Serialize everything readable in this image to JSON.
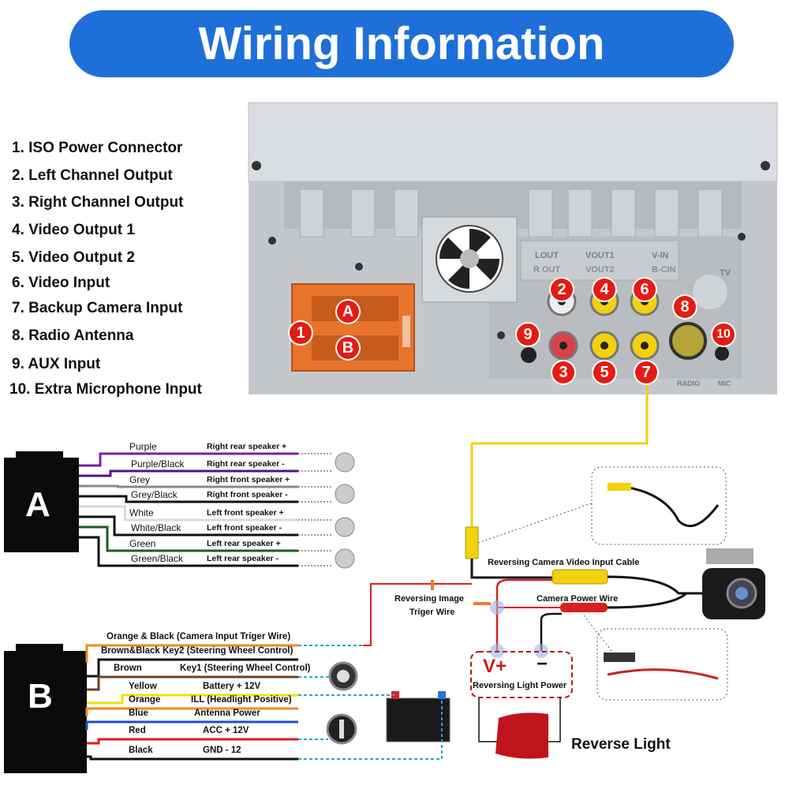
{
  "title": "Wiring Information",
  "ports": [
    "1. ISO Power Connector",
    "2. Left Channel Output",
    "3. Right Channel Output",
    "4. Video Output 1",
    "5. Video Output 2",
    "6. Video Input",
    "7. Backup Camera Input",
    "8. Radio Antenna",
    "9. AUX Input",
    "10. Extra Microphone Input"
  ],
  "unit": {
    "iso_badges": [
      "1",
      "A",
      "B"
    ],
    "jack_badges": [
      "2",
      "3",
      "4",
      "5",
      "6",
      "7",
      "8",
      "9",
      "10"
    ],
    "panel_labels": [
      "LOUT",
      "VOUT1",
      "V-IN",
      "R OUT",
      "VOUT2",
      "B-CIN",
      "TV",
      "RADIO",
      "MIC"
    ]
  },
  "connector_a": {
    "letter": "A",
    "wires": [
      {
        "color_name": "Purple",
        "function": "Right rear speaker +",
        "color": "#7b1fa2"
      },
      {
        "color_name": "Purple/Black",
        "function": "Right rear speaker -",
        "color": "#4a148c"
      },
      {
        "color_name": "Grey",
        "function": "Right front speaker +",
        "color": "#8a8a8a"
      },
      {
        "color_name": "Grey/Black",
        "function": "Right  front speaker -",
        "color": "#111111"
      },
      {
        "color_name": "White",
        "function": "Left front speaker +",
        "color": "#d8d8d8"
      },
      {
        "color_name": "White/Black",
        "function": "Left front speaker -",
        "color": "#111111"
      },
      {
        "color_name": "Green",
        "function": "Left rear speaker +",
        "color": "#1b5e20"
      },
      {
        "color_name": "Green/Black",
        "function": "Left rear speaker -",
        "color": "#111111"
      }
    ]
  },
  "connector_b": {
    "letter": "B",
    "wires": [
      {
        "label": "Orange & Black (Camera Input Triger Wire)",
        "color": "#f28a1e"
      },
      {
        "label": "Brown&Black  Key2 (Steering Wheel Control)",
        "color": "#111111"
      },
      {
        "color_name": "Brown",
        "function": "Key1   (Steering Wheel Control)",
        "color": "#6b4423"
      },
      {
        "color_name": "Yellow",
        "function": "Battery + 12V",
        "color": "#f5e000"
      },
      {
        "color_name": "Orange",
        "function": "ILL (Headlight Positive)",
        "color": "#f28a1e"
      },
      {
        "color_name": "Blue",
        "function": "Antenna Power",
        "color": "#1e4fc2"
      },
      {
        "color_name": "Red",
        "function": "ACC + 12V",
        "color": "#e31b1b"
      },
      {
        "color_name": "Black",
        "function": "GND - 12",
        "color": "#111111"
      }
    ]
  },
  "camera": {
    "video_cable": "Reversing Camera Video Input Cable",
    "trigger_wire_line1": "Reversing Image",
    "trigger_wire_line2": "Triger Wire",
    "power_wire": "Camera Power Wire",
    "v_plus": "V+",
    "minus": "−",
    "light_power": "Reversing Light Power",
    "reverse_light": "Reverse Light"
  },
  "colors": {
    "title_bg": "#1f6fd9",
    "badge": "#e41b13",
    "iso_orange": "#e8742c",
    "dashed_link": "#2aa5c8"
  }
}
